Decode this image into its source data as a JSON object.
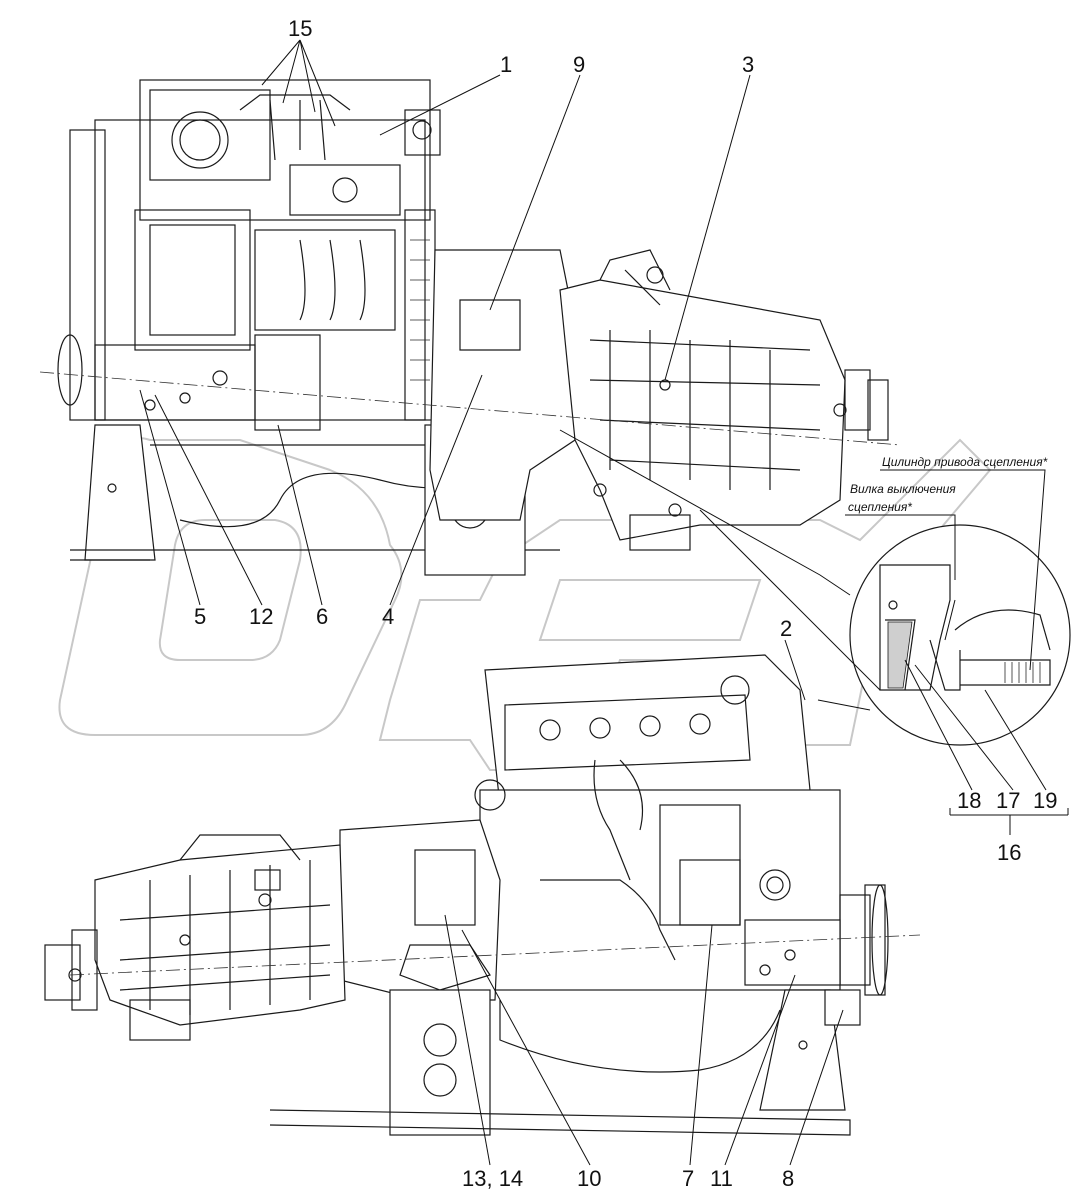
{
  "labels": {
    "l1": "1",
    "l2": "2",
    "l3": "3",
    "l4": "4",
    "l5": "5",
    "l6": "6",
    "l7": "7",
    "l8": "8",
    "l9": "9",
    "l10": "10",
    "l11": "11",
    "l12": "12",
    "l13_14": "13, 14",
    "l15": "15",
    "l16": "16",
    "l17": "17",
    "l18": "18",
    "l19": "19"
  },
  "callouts": {
    "cylinder_note": "Цилиндр привода сцепления*",
    "fork_note_line1": "Вилка выключения",
    "fork_note_line2": "сцепления*"
  },
  "watermark": {
    "brand": "OPEX"
  }
}
